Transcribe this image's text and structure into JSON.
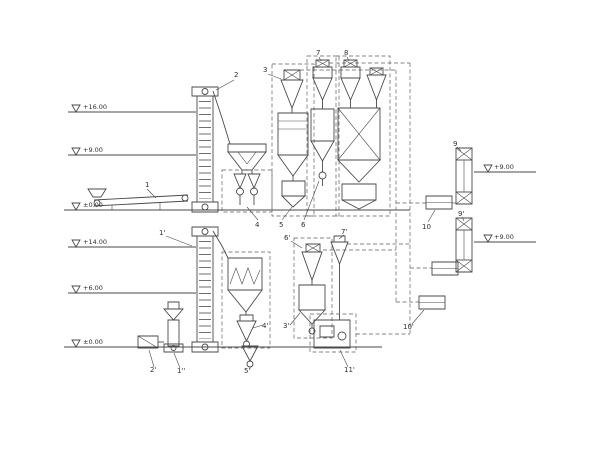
{
  "diagram": {
    "type": "process-flow-elevation-diagram",
    "background": "#ffffff",
    "line_color": "#4a4a4a"
  },
  "elevations": [
    {
      "text": "+16.00"
    },
    {
      "text": "+9.00"
    },
    {
      "text": "±0.00"
    },
    {
      "text": "+14.00"
    },
    {
      "text": "+6.00"
    },
    {
      "text": "±0.00"
    },
    {
      "text": "+9.00"
    },
    {
      "text": "+9.00"
    }
  ],
  "labels": [
    {
      "text": "1"
    },
    {
      "text": "2"
    },
    {
      "text": "3"
    },
    {
      "text": "7"
    },
    {
      "text": "8"
    },
    {
      "text": "4"
    },
    {
      "text": "5"
    },
    {
      "text": "6"
    },
    {
      "text": "9"
    },
    {
      "text": "9'"
    },
    {
      "text": "10"
    },
    {
      "text": "10'"
    },
    {
      "text": "1'"
    },
    {
      "text": "6'"
    },
    {
      "text": "7'"
    },
    {
      "text": "4'"
    },
    {
      "text": "3'"
    },
    {
      "text": "11'"
    },
    {
      "text": "2'"
    },
    {
      "text": "1''"
    },
    {
      "text": "5'"
    }
  ]
}
